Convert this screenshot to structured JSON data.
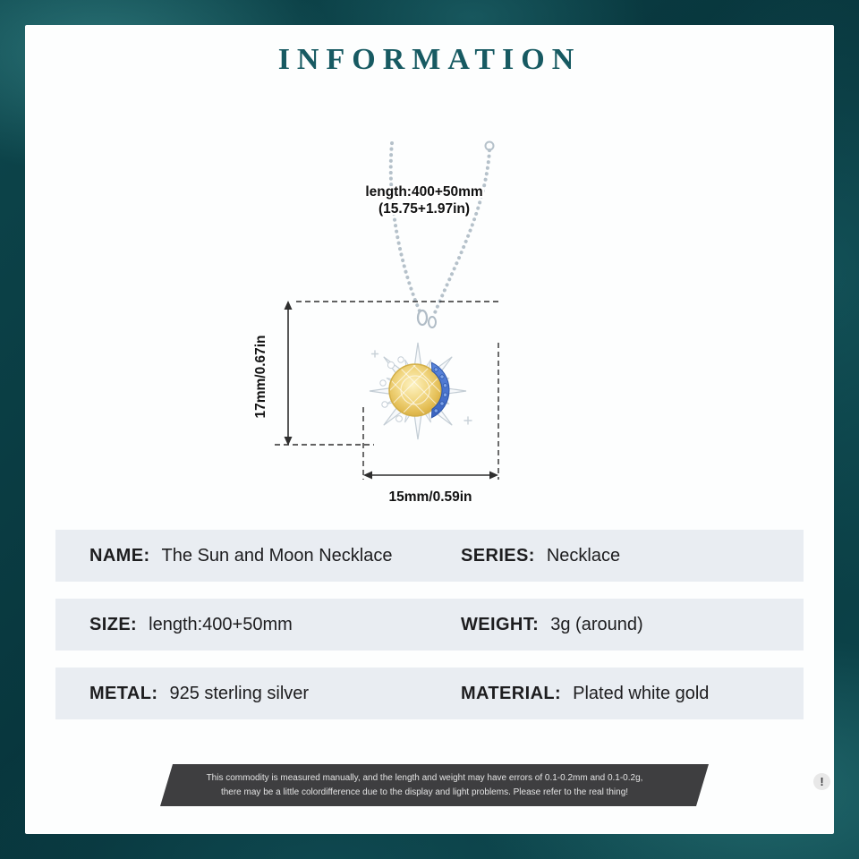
{
  "title": "INFORMATION",
  "diagram": {
    "chain_length_line1": "length:400+50mm",
    "chain_length_line2": "(15.75+1.97in)",
    "pendant_height": "17mm/0.67in",
    "pendant_width": "15mm/0.59in"
  },
  "specs": [
    {
      "left_label": "NAME:",
      "left_value": "The Sun and Moon Necklace",
      "right_label": "SERIES:",
      "right_value": "Necklace"
    },
    {
      "left_label": "SIZE:",
      "left_value": "length:400+50mm",
      "right_label": "WEIGHT:",
      "right_value": "3g (around)"
    },
    {
      "left_label": "METAL:",
      "left_value": "925 sterling silver",
      "right_label": "MATERIAL:",
      "right_value": "Plated white gold"
    }
  ],
  "disclaimer": {
    "line1": "This commodity is measured manually, and the length and weight may have errors of 0.1-0.2mm and 0.1-0.2g,",
    "line2": "there may be a little colordifference due to the display and light problems. Please refer to the real thing!",
    "icon": "!"
  },
  "colors": {
    "accent_teal": "#175a62",
    "card_background": "#fdfefe",
    "row_background": "#e9edf2",
    "banner_background": "#3e3e40",
    "stone_yellow": "#edc95f",
    "moon_blue": "#4a74cf",
    "silver_chain": "#b7c3cc"
  }
}
